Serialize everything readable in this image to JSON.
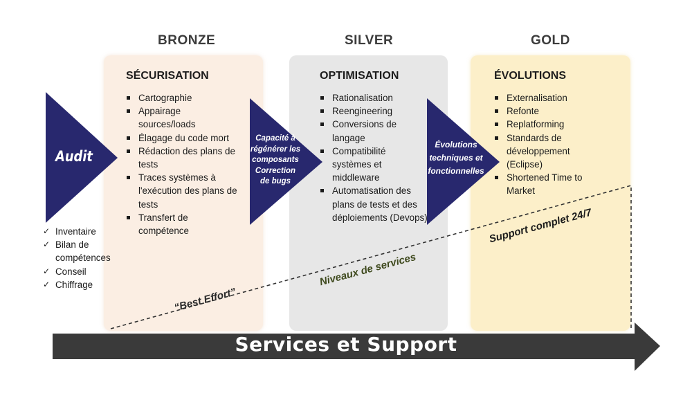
{
  "tiers": {
    "bronze": "BRONZE",
    "silver": "SILVER",
    "gold": "GOLD"
  },
  "audit": {
    "label": "Audit",
    "checks": [
      "Inventaire",
      "Bilan de compétences",
      "Conseil",
      "Chiffrage"
    ]
  },
  "bronze": {
    "title": "SÉCURISATION",
    "items": [
      "Cartographie",
      "Appairage sources/loads",
      "Élagage du code mort",
      "Rédaction des plans de tests",
      "Traces systèmes à l'exécution des plans de tests",
      "Transfert de compétence"
    ]
  },
  "silver": {
    "title": "OPTIMISATION",
    "items": [
      "Rationalisation",
      "Reengineering",
      "Conversions de langage",
      "Compatibilité systèmes et middleware",
      "Automatisation des plans de tests et des déploiements (Devops)"
    ]
  },
  "gold": {
    "title": "ÉVOLUTIONS",
    "items": [
      "Externalisation",
      "Refonte",
      "Replatforming",
      "Standards de développement (Eclipse)",
      "Shortened Time to Market"
    ]
  },
  "arrow_bronze_silver": {
    "line1": "Capacité à",
    "line2": "régénérer les",
    "line3": "composants",
    "line4": "Correction",
    "line5": "de bugs"
  },
  "arrow_silver_gold": {
    "line1": "Évolutions",
    "line2": "techniques et",
    "line3": "fonctionnelles"
  },
  "service_levels": {
    "low": "“Best Effort”",
    "mid": "Niveaux de services",
    "high": "Support complet 24/7"
  },
  "bottom_bar": "Services et Support",
  "colors": {
    "navy": "#28286e",
    "bar": "#3a3a3a",
    "bronze_bg": "#fbeee3",
    "silver_bg": "#e7e7e7",
    "gold_bg": "#fcefc9",
    "service_text": "#3f4a1e"
  }
}
